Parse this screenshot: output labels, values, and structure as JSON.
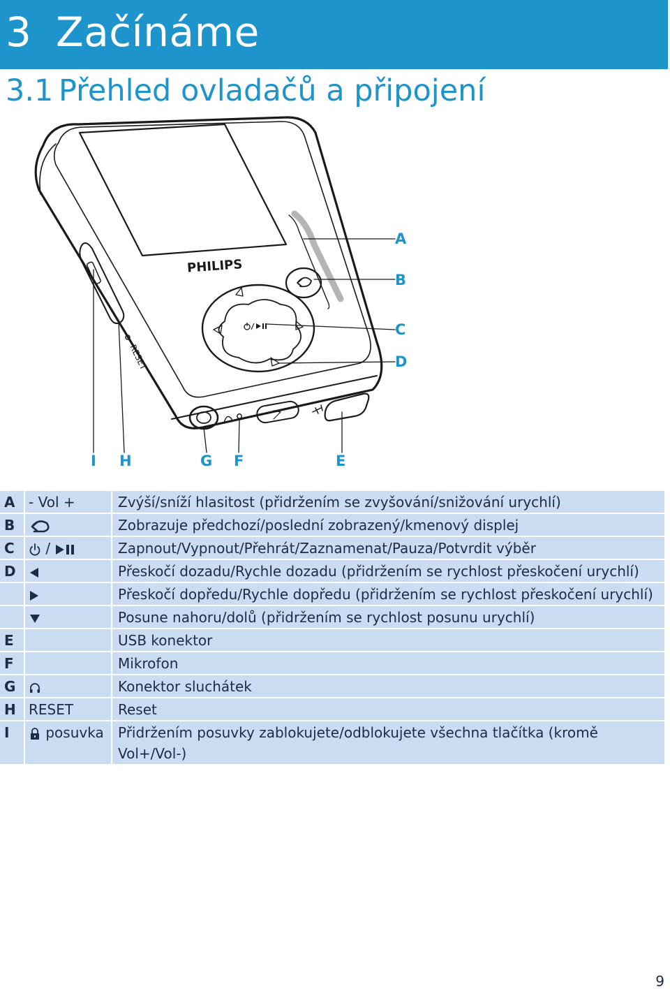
{
  "header": {
    "chapter_number": "3",
    "chapter_title": "Začínáme"
  },
  "section": {
    "number": "3.1",
    "title": "Přehled ovladačů a připojení"
  },
  "device": {
    "brand": "PHILIPS",
    "reset_label": "RESET",
    "callouts": {
      "a": "A",
      "b": "B",
      "c": "C",
      "d": "D",
      "i": "I",
      "h": "H",
      "g": "G",
      "f": "F",
      "e": "E"
    }
  },
  "legend": {
    "rows": [
      {
        "key": "A",
        "control": "- Vol +",
        "description": "Zvýší/sníží hlasitost (přidržením se zvyšování/snižování urychlí)"
      },
      {
        "key": "B",
        "control": "",
        "icon": "back-icon",
        "description": "Zobrazuje předchozí/poslední zobrazený/kmenový displej"
      },
      {
        "key": "C",
        "control": "/",
        "icon": "power-play-pause-icon",
        "description": "Zapnout/Vypnout/Přehrát/Zaznamenat/Pauza/Potvrdit výběr"
      },
      {
        "key": "D",
        "control": "",
        "icon": "left-arrow-icon",
        "description": "Přeskočí dozadu/Rychle dozadu (přidržením se rychlost přeskočení urychlí)"
      },
      {
        "key": "",
        "control": "",
        "icon": "right-arrow-icon",
        "description": "Přeskočí dopředu/Rychle dopředu (přidržením se rychlost přeskočení urychlí)"
      },
      {
        "key": "",
        "control": "",
        "icon": "down-arrow-icon",
        "description": "Posune nahoru/dolů (přidržením se rychlost posunu urychlí)"
      },
      {
        "key": "E",
        "control": "",
        "description": "USB konektor"
      },
      {
        "key": "F",
        "control": "",
        "description": "Mikrofon"
      },
      {
        "key": "G",
        "control": "",
        "icon": "headphones-icon",
        "description": "Konektor sluchátek"
      },
      {
        "key": "H",
        "control": "RESET",
        "description": "Reset"
      },
      {
        "key": "I",
        "control": "posuvka",
        "icon": "lock-icon",
        "description": "Přidržením posuvky zablokujete/odblokujete všechna tlačítka (kromě Vol+/Vol-)"
      }
    ]
  },
  "page_number": "9",
  "colors": {
    "accent": "#1e94cc",
    "table_bg": "#c9dcf2",
    "text": "#1f2a44"
  }
}
